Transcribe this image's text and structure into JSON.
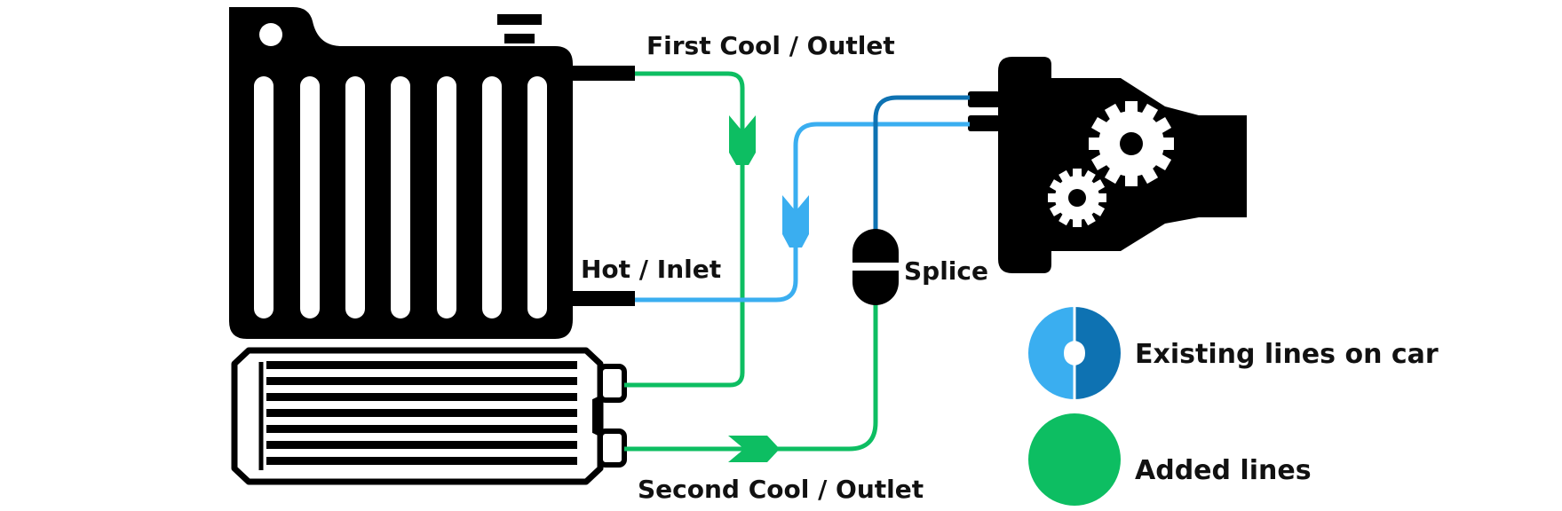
{
  "labels": {
    "first_cool": "First Cool / Outlet",
    "hot_inlet": "Hot / Inlet",
    "second_cool": "Second Cool / Outlet",
    "splice": "Splice"
  },
  "legend": {
    "existing": "Existing lines on car",
    "added": "Added lines"
  },
  "colors": {
    "green": "#0dbe62",
    "light_blue": "#3aaef0",
    "dark_blue": "#0e72b2",
    "black": "#000000"
  },
  "icons": {
    "radiator": "radiator-icon",
    "cooler": "transmission-cooler-icon",
    "transmission": "transmission-gears-icon",
    "splice": "splice-connector-icon"
  }
}
